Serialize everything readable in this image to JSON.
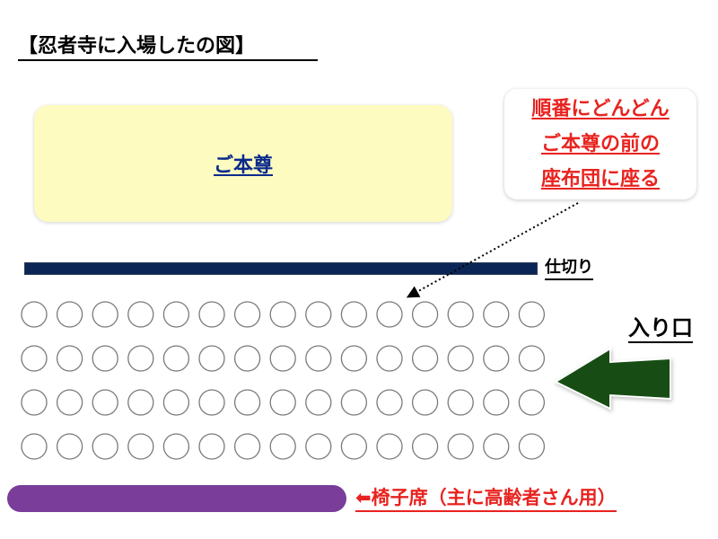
{
  "title": "【忍者寺に入場したの図】",
  "altar": {
    "label": "ご本尊"
  },
  "callout": {
    "lines": [
      "順番にどんどん",
      "ご本尊の前の",
      "座布団に座る"
    ]
  },
  "partition": {
    "label": "仕切り"
  },
  "entrance": {
    "label": "入り口",
    "arrow_icon": "left-arrow-icon"
  },
  "seating": {
    "rows": 4,
    "columns": 15
  },
  "chair_seats": {
    "label": "⬅椅子席（主に高齢者さん用）"
  },
  "colors": {
    "altar_fill": "#fdfbc0",
    "altar_text": "#0a2a8c",
    "callout_text": "#e8231f",
    "partition": "#0b2656",
    "arrow": "#174d14",
    "chair_bar": "#7a3d99",
    "cushion_stroke": "#7a7a7a"
  }
}
